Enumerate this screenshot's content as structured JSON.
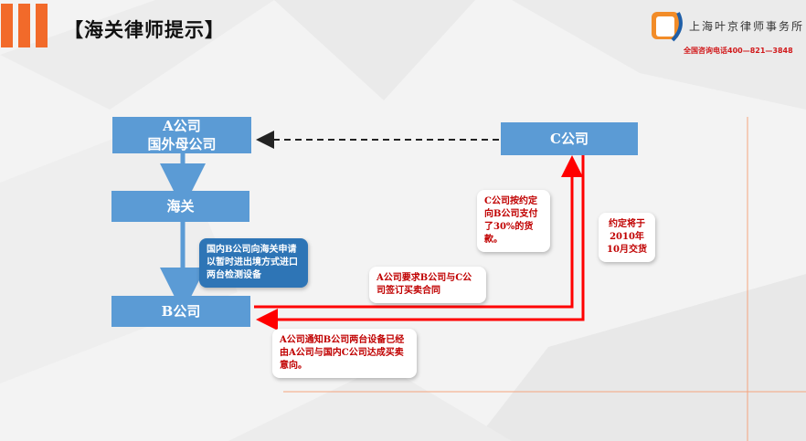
{
  "header": {
    "title": "【海关律师提示】",
    "firm_name": "上海叶京律师事务所",
    "hotline": "全国咨询电话400—821—3848"
  },
  "nodes": {
    "a_line1": "A公司",
    "a_line2": "国外母公司",
    "c": "C公司",
    "customs": "海关",
    "b": "B公司"
  },
  "notes": {
    "customs_note": "国内B公司向海关申请以暂时进出境方式进口两台检测设备",
    "c_note": "C公司按约定向B公司支付了30%的货款。",
    "delivery_note": "约定将于2010年10月交货",
    "contract_note": "A公司要求B公司与C公司签订买卖合同",
    "notify_note": "A公司通知B公司两台设备已经由A公司与国内C公司达成买卖意向。"
  },
  "colors": {
    "accent_orange": "#f26a2a",
    "box_blue": "#5b9bd5",
    "note_blue": "#2e75b6",
    "arrow_red": "#ff0000"
  }
}
